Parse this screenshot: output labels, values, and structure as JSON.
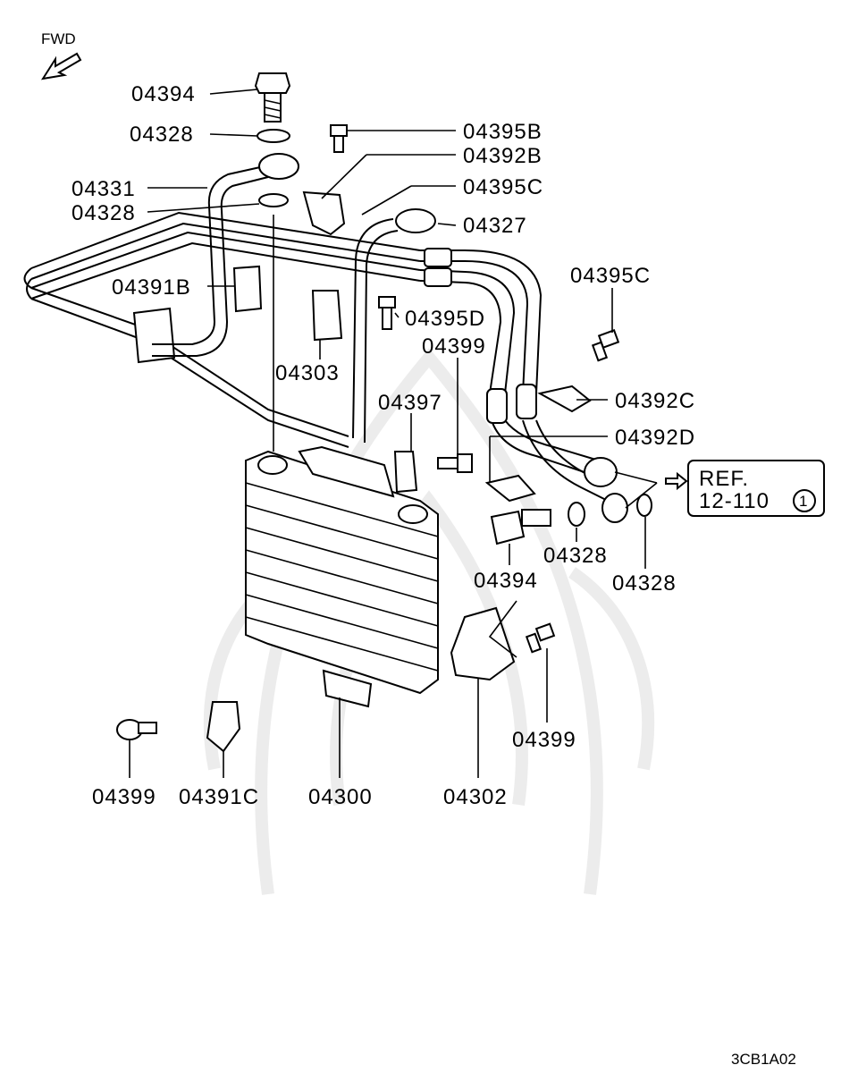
{
  "diagram": {
    "fwd_label": "FWD",
    "drawing_code": "3CB1A02",
    "ref_box": {
      "line1": "REF.",
      "line2": "12-110",
      "circle": "1"
    },
    "labels": [
      {
        "id": "l0",
        "text": "04394"
      },
      {
        "id": "l1",
        "text": "04328"
      },
      {
        "id": "l2",
        "text": "04395B"
      },
      {
        "id": "l3",
        "text": "04392B"
      },
      {
        "id": "l4",
        "text": "04331"
      },
      {
        "id": "l5",
        "text": "04395C"
      },
      {
        "id": "l6",
        "text": "04328"
      },
      {
        "id": "l7",
        "text": "04327"
      },
      {
        "id": "l8",
        "text": "04395C"
      },
      {
        "id": "l9",
        "text": "04391B"
      },
      {
        "id": "l10",
        "text": "04395D"
      },
      {
        "id": "l11",
        "text": "04399"
      },
      {
        "id": "l12",
        "text": "04303"
      },
      {
        "id": "l13",
        "text": "04397"
      },
      {
        "id": "l14",
        "text": "04392C"
      },
      {
        "id": "l15",
        "text": "04392D"
      },
      {
        "id": "l16",
        "text": "04328"
      },
      {
        "id": "l17",
        "text": "04394"
      },
      {
        "id": "l18",
        "text": "04328"
      },
      {
        "id": "l19",
        "text": "04399"
      },
      {
        "id": "l20",
        "text": "04399"
      },
      {
        "id": "l21",
        "text": "04391C"
      },
      {
        "id": "l22",
        "text": "04300"
      },
      {
        "id": "l23",
        "text": "04302"
      }
    ]
  }
}
